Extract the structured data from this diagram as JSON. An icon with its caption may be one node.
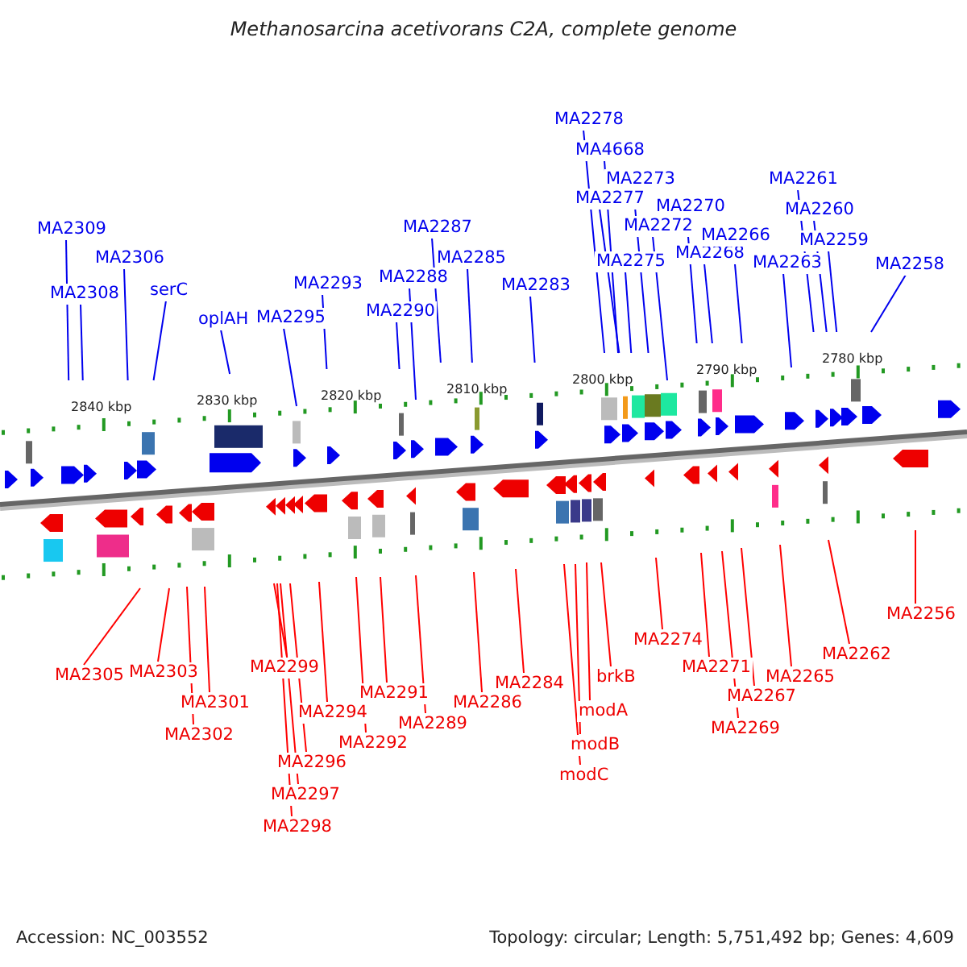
{
  "diagram": {
    "title": "Methanosarcina acetivorans C2A, complete genome",
    "nodes": [
      {
        "text": [
          "MA2309"
        ]
      },
      {
        "text": [
          "MA2308"
        ]
      },
      {
        "text": [
          "MA2306"
        ]
      },
      {
        "text": [
          "serC"
        ]
      },
      {
        "text": [
          "oplAH"
        ]
      },
      {
        "text": [
          "MA2295"
        ]
      },
      {
        "text": [
          "MA2293"
        ]
      },
      {
        "text": [
          "MA2290"
        ]
      },
      {
        "text": [
          "MA2288"
        ]
      },
      {
        "text": [
          "MA2287"
        ]
      },
      {
        "text": [
          "MA2285"
        ]
      },
      {
        "text": [
          "MA2283"
        ]
      },
      {
        "text": [
          "MA2278"
        ]
      },
      {
        "text": [
          "MA4668"
        ]
      },
      {
        "text": [
          "MA2277"
        ]
      },
      {
        "text": [
          "MA2273"
        ]
      },
      {
        "text": [
          "MA2275"
        ]
      },
      {
        "text": [
          "MA2272"
        ]
      },
      {
        "text": [
          "MA2270"
        ]
      },
      {
        "text": [
          "MA2268"
        ]
      },
      {
        "text": [
          "MA2266"
        ]
      },
      {
        "text": [
          "MA2263"
        ]
      },
      {
        "text": [
          "MA2261"
        ]
      },
      {
        "text": [
          "MA2260"
        ]
      },
      {
        "text": [
          "MA2259"
        ]
      },
      {
        "text": [
          "MA2258"
        ]
      },
      {
        "text": [
          "MA2305"
        ]
      },
      {
        "text": [
          "MA2303"
        ]
      },
      {
        "text": [
          "MA2301"
        ]
      },
      {
        "text": [
          "MA2302"
        ]
      },
      {
        "text": [
          "MA2299"
        ]
      },
      {
        "text": [
          "MA2294"
        ]
      },
      {
        "text": [
          "MA2296"
        ]
      },
      {
        "text": [
          "MA2297"
        ]
      },
      {
        "text": [
          "MA2298"
        ]
      },
      {
        "text": [
          "MA2291"
        ]
      },
      {
        "text": [
          "MA2292"
        ]
      },
      {
        "text": [
          "MA2289"
        ]
      },
      {
        "text": [
          "MA2286"
        ]
      },
      {
        "text": [
          "MA2284"
        ]
      },
      {
        "text": [
          "brkB"
        ]
      },
      {
        "text": [
          "modA"
        ]
      },
      {
        "text": [
          "modB"
        ]
      },
      {
        "text": [
          "modC"
        ]
      },
      {
        "text": [
          "MA2274"
        ]
      },
      {
        "text": [
          "MA2271"
        ]
      },
      {
        "text": [
          "MA2269"
        ]
      },
      {
        "text": [
          "MA2267"
        ]
      },
      {
        "text": [
          "MA2265"
        ]
      },
      {
        "text": [
          "MA2262"
        ]
      },
      {
        "text": [
          "MA2256"
        ]
      }
    ],
    "edges": [
      {
        "from": 0,
        "to": null,
        "arrow": "none"
      },
      {
        "from": 1,
        "to": null,
        "arrow": "none"
      },
      {
        "from": 2,
        "to": null,
        "arrow": "none"
      },
      {
        "from": 3,
        "to": null,
        "arrow": "none"
      },
      {
        "from": 4,
        "to": null,
        "arrow": "none"
      },
      {
        "from": 5,
        "to": null,
        "arrow": "none"
      },
      {
        "from": 6,
        "to": null,
        "arrow": "none"
      },
      {
        "from": 7,
        "to": null,
        "arrow": "none"
      },
      {
        "from": 8,
        "to": null,
        "arrow": "none"
      },
      {
        "from": 9,
        "to": null,
        "arrow": "none"
      },
      {
        "from": 10,
        "to": null,
        "arrow": "none"
      },
      {
        "from": 11,
        "to": null,
        "arrow": "none"
      },
      {
        "from": 12,
        "to": null,
        "arrow": "none"
      },
      {
        "from": 13,
        "to": null,
        "arrow": "none"
      },
      {
        "from": 14,
        "to": null,
        "arrow": "none"
      },
      {
        "from": 15,
        "to": null,
        "arrow": "none"
      },
      {
        "from": 16,
        "to": null,
        "arrow": "none"
      },
      {
        "from": 17,
        "to": null,
        "arrow": "none"
      },
      {
        "from": 18,
        "to": null,
        "arrow": "none"
      },
      {
        "from": 19,
        "to": null,
        "arrow": "none"
      },
      {
        "from": 20,
        "to": null,
        "arrow": "none"
      },
      {
        "from": 21,
        "to": null,
        "arrow": "none"
      },
      {
        "from": 22,
        "to": null,
        "arrow": "none"
      },
      {
        "from": 23,
        "to": null,
        "arrow": "none"
      },
      {
        "from": 24,
        "to": null,
        "arrow": "none"
      },
      {
        "from": 25,
        "to": null,
        "arrow": "none"
      },
      {
        "from": 26,
        "to": null,
        "arrow": "none",
        "color": "#ff0000"
      },
      {
        "from": 27,
        "to": null,
        "arrow": "none",
        "color": "#ff0000"
      },
      {
        "from": 28,
        "to": null,
        "arrow": "none",
        "color": "#ff0000"
      },
      {
        "from": 29,
        "to": null,
        "arrow": "none",
        "color": "#ff0000"
      },
      {
        "from": 30,
        "to": null,
        "arrow": "none",
        "color": "#ff0000"
      },
      {
        "from": 31,
        "to": null,
        "arrow": "none",
        "color": "#ff0000"
      },
      {
        "from": 32,
        "to": null,
        "arrow": "none",
        "color": "#ff0000"
      },
      {
        "from": 33,
        "to": null,
        "arrow": "none",
        "color": "#ff0000"
      },
      {
        "from": 34,
        "to": null,
        "arrow": "none",
        "color": "#ff0000"
      },
      {
        "from": 35,
        "to": null,
        "arrow": "none",
        "color": "#ff0000"
      },
      {
        "from": 36,
        "to": null,
        "arrow": "none",
        "color": "#ff0000"
      },
      {
        "from": 37,
        "to": null,
        "arrow": "none",
        "color": "#ff0000"
      },
      {
        "from": 38,
        "to": null,
        "arrow": "none",
        "color": "#ff0000"
      },
      {
        "from": 39,
        "to": null,
        "arrow": "none",
        "color": "#ff0000"
      },
      {
        "from": 40,
        "to": null,
        "arrow": "none",
        "color": "#ff0000"
      },
      {
        "from": 41,
        "to": null,
        "arrow": "none",
        "color": "#ff0000"
      },
      {
        "from": 42,
        "to": null,
        "arrow": "none",
        "color": "#ff0000"
      },
      {
        "from": 43,
        "to": null,
        "arrow": "none",
        "color": "#ff0000"
      },
      {
        "from": 44,
        "to": null,
        "arrow": "none",
        "color": "#ff0000"
      },
      {
        "from": 45,
        "to": null,
        "arrow": "none",
        "color": "#ff0000"
      },
      {
        "from": 46,
        "to": null,
        "arrow": "none",
        "color": "#ff0000"
      },
      {
        "from": 47,
        "to": null,
        "arrow": "none",
        "color": "#ff0000"
      },
      {
        "from": 48,
        "to": null,
        "arrow": "none",
        "color": "#ff0000"
      },
      {
        "from": 49,
        "to": null,
        "arrow": "none",
        "color": "#ff0000"
      },
      {
        "from": 50,
        "to": null,
        "arrow": "none",
        "color": "#ff0000"
      }
    ],
    "labels": [
      "2840 kbp",
      "2830 kbp",
      "2820 kbp",
      "2810 kbp",
      "2800 kbp",
      "2790 kbp",
      "2780 kbp",
      "Accession: NC_003552",
      "Topology: circular; Length: 5,751,492 bp; Genes: 4,609"
    ]
  }
}
